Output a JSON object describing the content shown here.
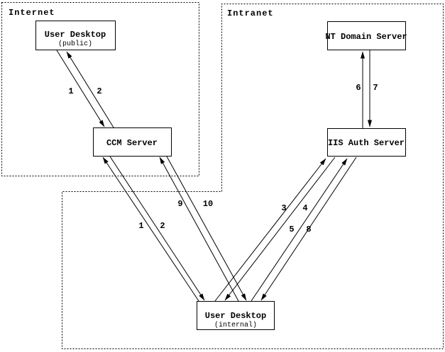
{
  "regions": {
    "internet": {
      "label": "Internet"
    },
    "intranet": {
      "label": "Intranet"
    }
  },
  "nodes": {
    "user_desktop_public": {
      "title": "User Desktop",
      "subtitle": "(public)"
    },
    "ccm_server": {
      "title": "CCM Server"
    },
    "nt_domain_server": {
      "title": "NT Domain Server"
    },
    "iis_auth_server": {
      "title": "IIS Auth Server"
    },
    "user_desktop_internal": {
      "title": "User Desktop",
      "subtitle": "(internal)"
    }
  },
  "steps": {
    "s1_public": "1",
    "s2_public": "2",
    "s1_internal": "1",
    "s2_internal": "2",
    "s3": "3",
    "s4": "4",
    "s5": "5",
    "s6": "6",
    "s7": "7",
    "s8": "8",
    "s9": "9",
    "s10": "10"
  },
  "edges": [
    {
      "step": "1",
      "from": "User Desktop (public)",
      "to": "CCM Server"
    },
    {
      "step": "2",
      "from": "CCM Server",
      "to": "User Desktop (public)"
    },
    {
      "step": "1",
      "from": "User Desktop (internal)",
      "to": "CCM Server"
    },
    {
      "step": "2",
      "from": "CCM Server",
      "to": "User Desktop (internal)"
    },
    {
      "step": "3",
      "from": "User Desktop (internal)",
      "to": "IIS Auth Server"
    },
    {
      "step": "4",
      "from": "IIS Auth Server",
      "to": "User Desktop (internal)"
    },
    {
      "step": "5",
      "from": "User Desktop (internal)",
      "to": "IIS Auth Server"
    },
    {
      "step": "6",
      "from": "IIS Auth Server",
      "to": "NT Domain Server"
    },
    {
      "step": "7",
      "from": "NT Domain Server",
      "to": "IIS Auth Server"
    },
    {
      "step": "8",
      "from": "IIS Auth Server",
      "to": "User Desktop (internal)"
    },
    {
      "step": "9",
      "from": "User Desktop (internal)",
      "to": "CCM Server"
    },
    {
      "step": "10",
      "from": "CCM Server",
      "to": "User Desktop (internal)"
    }
  ],
  "colors": {
    "foreground": "#000000",
    "background": "#ffffff"
  }
}
